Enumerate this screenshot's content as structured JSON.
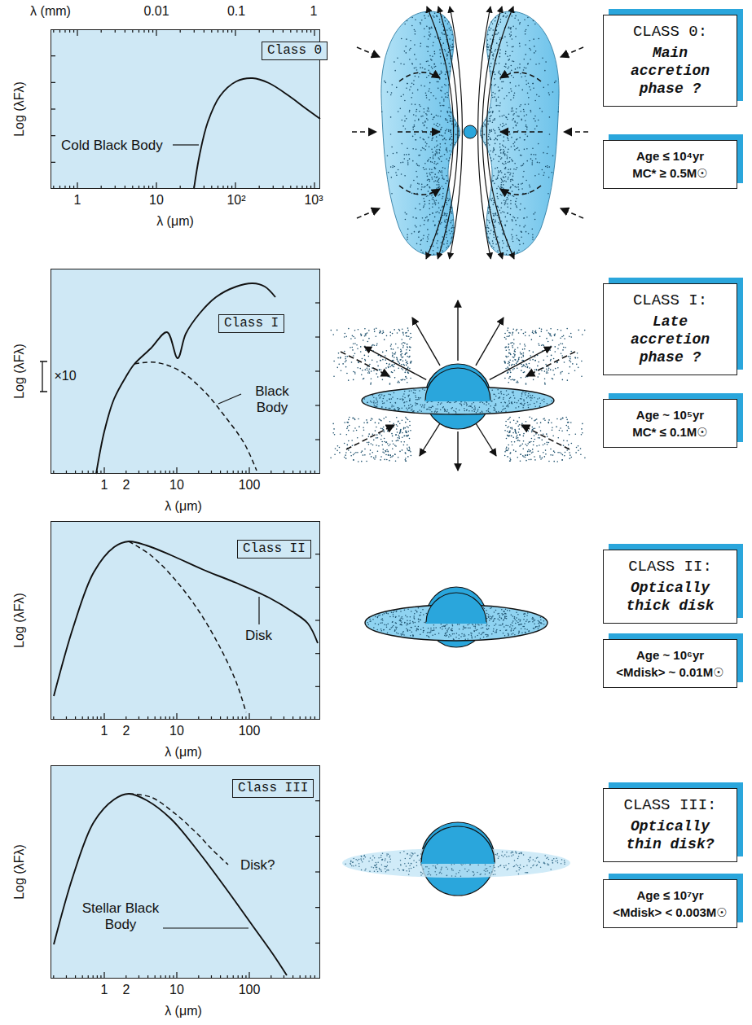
{
  "diagram": {
    "nodes": [
      {
        "text": [
          "Cold Black Body"
        ]
      },
      {
        "text": [
          "Class 0"
        ],
        "in": 0
      },
      {
        "text": [
          "CLASS 0:",
          "Main accretion phase ?"
        ]
      },
      {
        "text": [
          "Age ≤ 10⁴yr",
          "MC* ≥ 0.5M☉"
        ]
      },
      {
        "text": [
          "Black Body"
        ]
      },
      {
        "text": [
          "Class I"
        ],
        "in": 4
      },
      {
        "text": [
          "CLASS I:",
          "Late accretion phase ?"
        ]
      },
      {
        "text": [
          "Age ~ 10⁵yr",
          "MC* ≤ 0.1M☉"
        ]
      },
      {
        "text": [
          "Disk"
        ]
      },
      {
        "text": [
          "Class II"
        ],
        "in": 8
      },
      {
        "text": [
          "CLASS II:",
          "Optically thick disk"
        ]
      },
      {
        "text": [
          "Age ~ 10⁶yr",
          "<Mdisk> ~ 0.01M☉"
        ]
      },
      {
        "text": [
          "Disk?",
          "Stellar Black Body"
        ]
      },
      {
        "text": [
          "Class III"
        ],
        "in": 12
      },
      {
        "text": [
          "CLASS III:",
          "Optically thin disk?"
        ]
      },
      {
        "text": [
          "Age ≤ 10⁷yr",
          "<Mdisk> < 0.003M☉"
        ]
      }
    ],
    "labels": [
      "λ (mm)",
      "0.01",
      "0.1",
      "1",
      "Log (λFλ)",
      "1",
      "10",
      "10²",
      "10³",
      "λ (μm)",
      "Log (λFλ)",
      "×10",
      "1",
      "2",
      "10",
      "100",
      "λ (μm)",
      "Log (λFλ)",
      "1",
      "2",
      "10",
      "100",
      "λ (μm)",
      "Log (λFλ)",
      "1",
      "2",
      "10",
      "100",
      "λ (μm)"
    ]
  }
}
